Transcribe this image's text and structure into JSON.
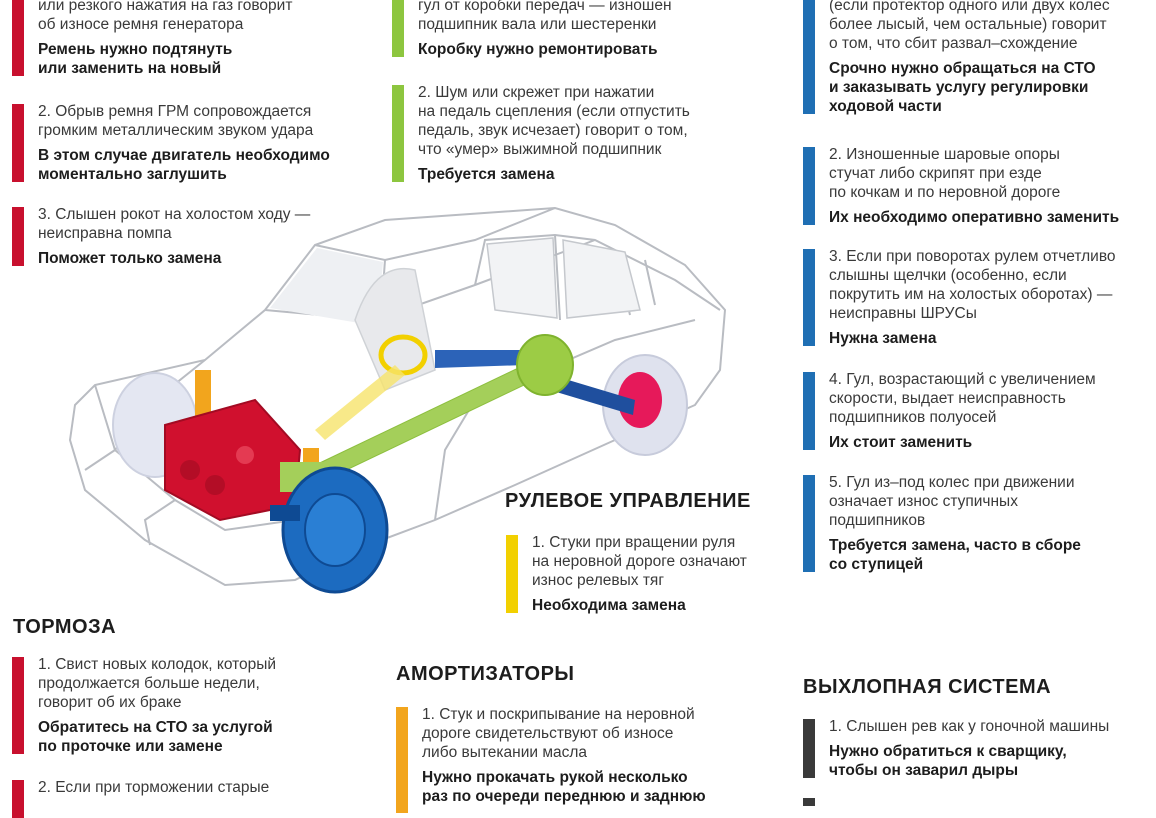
{
  "colors": {
    "engine": "#c8102e",
    "transmission": "#8dc63f",
    "steering": "#f2d000",
    "suspension": "#1f6fb4",
    "brakes": "#c8102e",
    "shocks": "#f2a51d",
    "exhaust": "#3a3a3a"
  },
  "engine": {
    "items": [
      {
        "desc": "или резкого нажатия на газ говорит\nоб износе ремня генератора",
        "action": "Ремень нужно подтянуть\nили заменить на новый"
      },
      {
        "desc": "2. Обрыв ремня ГРМ сопровождается\nгромким металлическим звуком удара",
        "action": "В этом случае двигатель необходимо\nмоментально заглушить"
      },
      {
        "desc": "3. Слышен рокот на холостом ходу —\nнеисправна помпа",
        "action": "Поможет только замена"
      }
    ]
  },
  "transmission": {
    "items": [
      {
        "desc": "гул от коробки передач — изношен\nподшипник вала или шестеренки",
        "action": "Коробку нужно ремонтировать"
      },
      {
        "desc": "2. Шум или скрежет при нажатии\nна педаль сцепления (если отпустить\nпедаль, звук исчезает) говорит о том,\nчто «умер» выжимной подшипник",
        "action": "Требуется замена"
      }
    ]
  },
  "suspension": {
    "items": [
      {
        "desc": "(если протектор одного или двух колес\nболее лысый, чем остальные) говорит\nо том, что сбит развал–схождение",
        "action": "Срочно нужно обращаться на СТО\nи заказывать услугу регулировки\nходовой части"
      },
      {
        "desc": "2. Изношенные шаровые опоры\nстучат либо скрипят при езде\nпо кочкам и по неровной дороге",
        "action": "Их необходимо оперативно заменить"
      },
      {
        "desc": "3. Если при поворотах рулем отчетливо\nслышны щелчки (особенно, если\nпокрутить им на холостых оборотах) —\nнеисправны ШРУСы",
        "action": "Нужна замена"
      },
      {
        "desc": "4. Гул, возрастающий с увеличением\nскорости, выдает неисправность\nподшипников полуосей",
        "action": "Их стоит заменить"
      },
      {
        "desc": "5. Гул из–под колес при движении\nозначает износ ступичных\nподшипников",
        "action": "Требуется замена, часто в сборе\nсо ступицей"
      }
    ]
  },
  "steering": {
    "title": "РУЛЕВОЕ УПРАВЛЕНИЕ",
    "items": [
      {
        "desc": "1. Стуки при вращении руля\nна неровной дороге означают\nизнос релевых тяг",
        "action": "Необходима замена"
      }
    ]
  },
  "brakes": {
    "title": "ТОРМОЗА",
    "items": [
      {
        "desc": "1. Свист новых колодок, который\nпродолжается больше недели,\nговорит об их браке",
        "action": "Обратитесь на СТО за услугой\nпо проточке или замене"
      },
      {
        "desc": "2. Если при торможении старые",
        "action": ""
      }
    ]
  },
  "shocks": {
    "title": "АМОРТИЗАТОРЫ",
    "items": [
      {
        "desc": "1. Стук и поскрипывание на неровной\nдороге свидетельствуют об износе\nлибо вытекании масла",
        "action": "Нужно прокачать рукой несколько\nраз по очереди переднюю и заднюю"
      }
    ]
  },
  "exhaust": {
    "title": "ВЫХЛОПНАЯ СИСТЕМА",
    "items": [
      {
        "desc": "1. Слышен рев как у гоночной машины",
        "action": "Нужно обратиться к сварщику,\nчтобы он заварил дыры"
      }
    ]
  }
}
